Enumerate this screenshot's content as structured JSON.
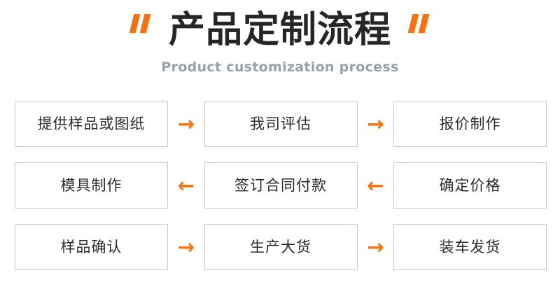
{
  "header": {
    "quote_left_icon": "quote-open-icon",
    "quote_right_icon": "quote-close-icon",
    "title": "产品定制流程",
    "subtitle": "Product customization process"
  },
  "theme": {
    "accent": "#F47216",
    "title_color": "#262629",
    "subtitle_color": "#9aa0a8",
    "box_border": "#c6c9cf",
    "box_text": "#2b2b2e",
    "background": "#ffffff"
  },
  "flow": {
    "rows": [
      {
        "direction": "right",
        "arrow_icon": "arrow-right-icon",
        "arrow_glyph": "→",
        "steps": [
          {
            "label": "提供样品或图纸"
          },
          {
            "label": "我司评估"
          },
          {
            "label": "报价制作"
          }
        ]
      },
      {
        "direction": "left",
        "arrow_icon": "arrow-left-icon",
        "arrow_glyph": "←",
        "steps": [
          {
            "label": "模具制作"
          },
          {
            "label": "签订合同付款"
          },
          {
            "label": "确定价格"
          }
        ]
      },
      {
        "direction": "right",
        "arrow_icon": "arrow-right-icon",
        "arrow_glyph": "→",
        "steps": [
          {
            "label": "样品确认"
          },
          {
            "label": "生产大货"
          },
          {
            "label": "装车发货"
          }
        ]
      }
    ]
  }
}
